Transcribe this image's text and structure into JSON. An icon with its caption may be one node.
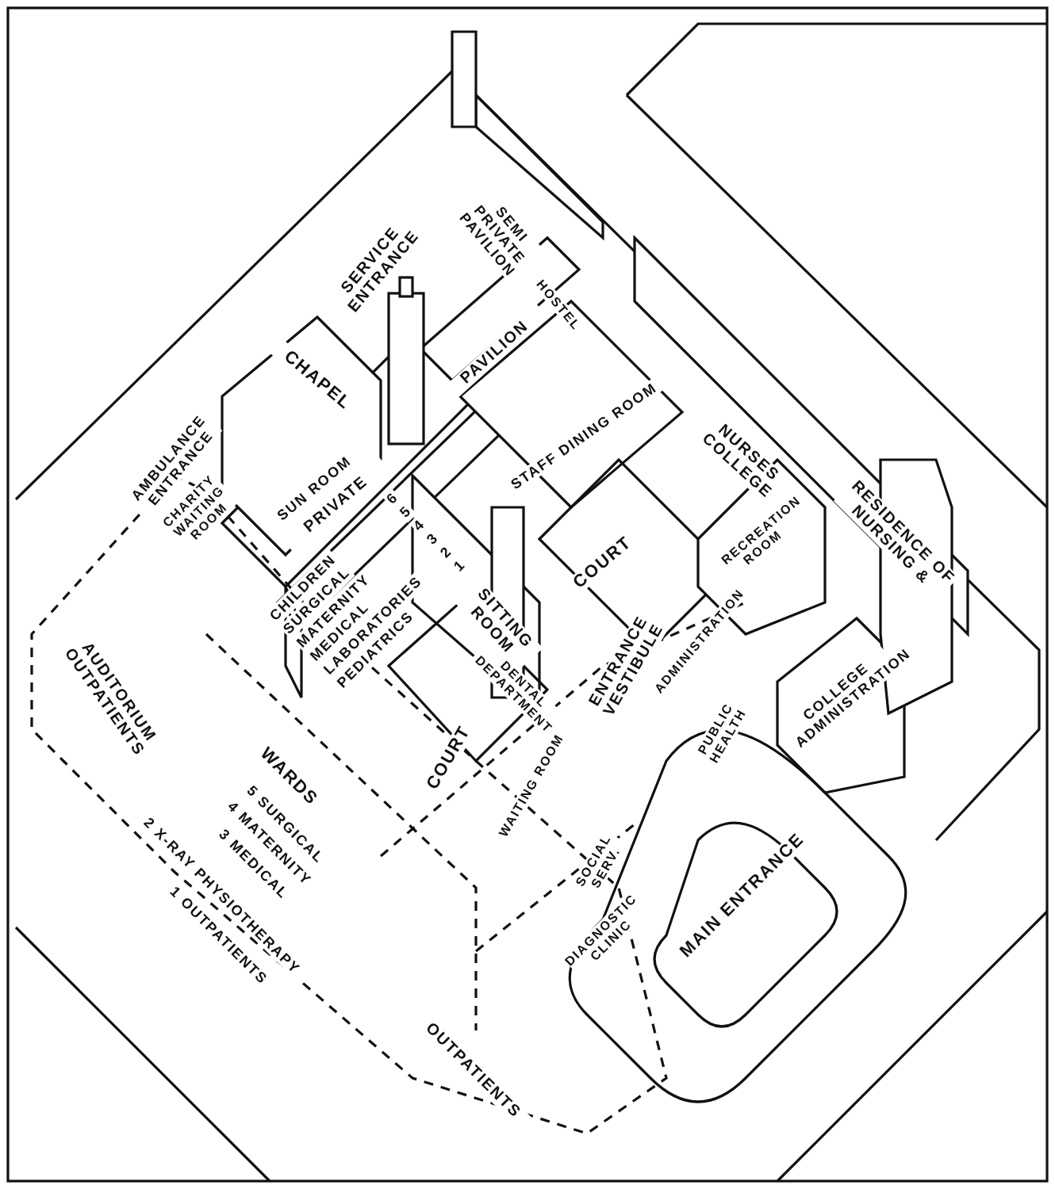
{
  "diagram": {
    "labels": [
      "SERVICE ENTRANCE",
      "SEMI PRIVATE PAVILION",
      "HOSTEL",
      "PAVILION",
      "CHAPEL",
      "AMBULANCE ENTRANCE",
      "SUN ROOM",
      "STAFF DINING ROOM",
      "NURSES COLLEGE",
      "CHARITY WAITING ROOM",
      "PRIVATE",
      "RESIDENCE OF NURSING &",
      "6",
      "5",
      "4",
      "3",
      "2",
      "1",
      "CHILDREN",
      "SURGICAL",
      "MATERNITY",
      "MEDICAL",
      "LABORATORIES",
      "PEDIATRICS",
      "COURT",
      "RECREATION ROOM",
      "SITTING ROOM",
      "DENTAL DEPARTMENT",
      "AUDITORIUM OUTPATIENTS",
      "ENTRANCE VESTIBULE",
      "ADMINISTRATION",
      "COLLEGE ADMINISTRATION",
      "COURT",
      "PUBLIC HEALTH",
      "WARDS",
      "5 SURGICAL",
      "4 MATERNITY",
      "3 MEDICAL",
      "2 X-RAY PHYSIOTHERAPY",
      "1 OUTPATIENTS",
      "WAITING ROOM",
      "SOCIAL SERV.",
      "MAIN ENTRANCE",
      "DIAGNOSTIC CLINIC",
      "OUTPATIENTS"
    ]
  }
}
